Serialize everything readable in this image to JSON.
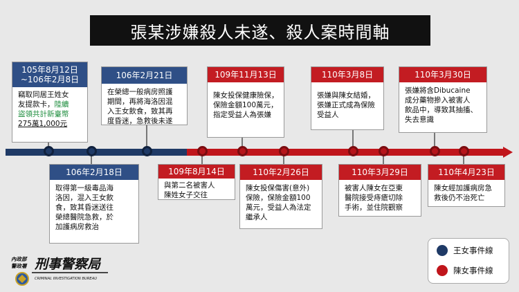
{
  "title": "張某涉嫌殺人未遂、殺人案時間軸",
  "events": [
    {
      "id": "e1",
      "color": "blue",
      "date": "105年8月12日\n~106年2月8日",
      "body_pre": "竊取同居王姓女\n友提款卡，",
      "body_hl": "陸續\n盜領共計新臺幣\n",
      "body_hl2": "275萬1,000元"
    },
    {
      "id": "e2",
      "color": "blue",
      "date": "106年2月18日",
      "body": "取得第一級毒品海\n洛因，混入王女飲\n食，致其昏迷送往\n榮總醫院急救，於\n加護病房救治"
    },
    {
      "id": "e3",
      "color": "blue",
      "date": "106年2月21日",
      "body": "在榮總一般病房照護\n期間，再將海洛因混\n入王女飲食，致其再\n度昏迷，急救後未遂"
    },
    {
      "id": "e4",
      "color": "red",
      "date": "109年8月14日",
      "body": "與第二名被害人\n陳姓女子交往"
    },
    {
      "id": "e5",
      "color": "red",
      "date": "109年11月13日",
      "body": "陳女投保健康險保，\n保險金額100萬元，\n指定受益人為張嫌"
    },
    {
      "id": "e6",
      "color": "red",
      "date": "110年2月26日",
      "body": "陳女投保傷害(意外)\n保險，保險金額100\n萬元，受益人為法定\n繼承人"
    },
    {
      "id": "e7",
      "color": "red",
      "date": "110年3月8日",
      "body": "張嫌與陳女結婚，\n張嫌正式成為保險\n受益人"
    },
    {
      "id": "e8",
      "color": "red",
      "date": "110年3月29日",
      "body": "被害人陳女在亞東\n醫院接受痔瘡切除\n手術，並住院觀察"
    },
    {
      "id": "e9",
      "color": "red",
      "date": "110年3月30日",
      "body": "張嫌將含Dibucaine\n成分藥物摻入被害人\n飲品中，導致其抽搐、\n失去意識"
    },
    {
      "id": "e10",
      "color": "red",
      "date": "110年4月23日",
      "body": "陳女經加護病房急\n救後仍不治死亡"
    }
  ],
  "legend": {
    "blue_label": "王女事件線",
    "red_label": "陳女事件線",
    "blue_color": "#1f3a66",
    "red_color": "#c0151b"
  },
  "logo": {
    "line1": "內政部",
    "line2": "警政署",
    "name": "刑事警察局",
    "sub": "CRIMINAL INVESTIGATION BUREAU"
  }
}
